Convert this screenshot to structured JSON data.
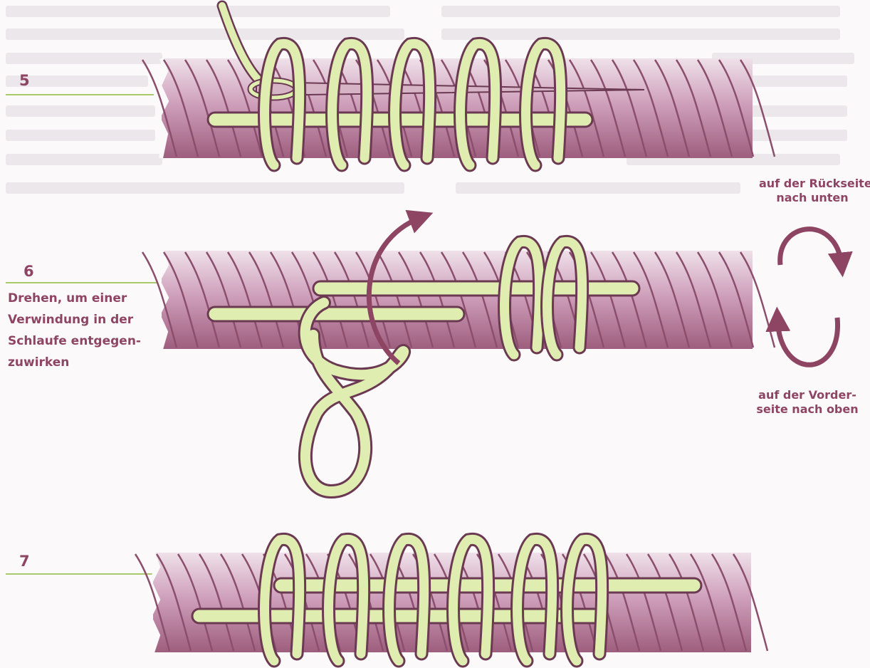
{
  "steps": [
    {
      "number": "5",
      "caption": []
    },
    {
      "number": "6",
      "caption": [
        "Drehen, um einer",
        "Verwindung in der",
        "Schlaufe entgegen-",
        "zuwirken"
      ]
    },
    {
      "number": "7",
      "caption": []
    }
  ],
  "rotation": {
    "top_label": [
      "auf der Rückseite",
      "nach unten"
    ],
    "bottom_label": [
      "auf der Vorder-",
      "seite nach oben"
    ]
  },
  "colors": {
    "rope": "#c995b3",
    "rope_dark": "#8b4f6d",
    "thread": "#dfeeb0",
    "thread_outline": "#6b3a52",
    "accent": "#8e4563",
    "rule": "#a9c96a"
  }
}
